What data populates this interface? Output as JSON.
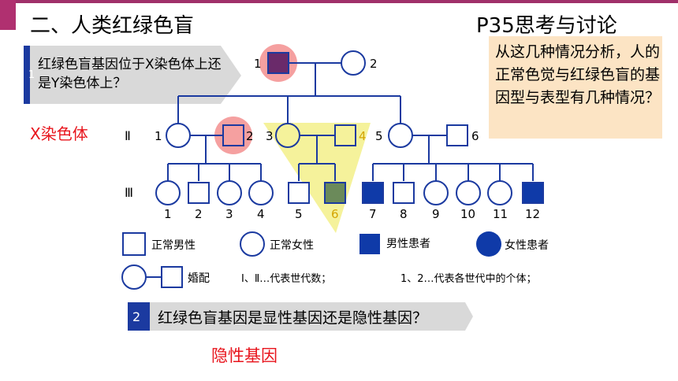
{
  "header": {
    "title": "二、人类红绿色盲",
    "page_ref": "P35思考与讨论",
    "accent": "#a0306a"
  },
  "question_box": {
    "text": "从这几种情况分析，人的正常色觉与红绿色盲的基因型与表型有几种情况？",
    "background": "#fce4c4"
  },
  "question1": {
    "number": "1",
    "text": "红绿色盲基因位于X染色体上还是Y染色体上？",
    "answer": "X染色体"
  },
  "question2": {
    "number": "2",
    "text": "红绿色盲基因是显性基因还是隐性基因？",
    "answer": "隐性基因"
  },
  "pedigree": {
    "generations": [
      "Ⅱ",
      "Ⅲ"
    ],
    "gen1_labels": [
      "1",
      "2"
    ],
    "gen2_labels": [
      "1",
      "2",
      "3",
      "4",
      "5",
      "6"
    ],
    "gen3_labels": [
      "1",
      "2",
      "3",
      "4",
      "5",
      "6",
      "7",
      "8",
      "9",
      "10",
      "11",
      "12"
    ],
    "affected_color": "#0f3aa8",
    "highlight_color": "#f5a0a0",
    "triangle_color": "#f3f08a"
  },
  "legend": {
    "normal_male": "正常男性",
    "normal_female": "正常女性",
    "affected_male": "男性患者",
    "affected_female": "女性患者",
    "marriage": "婚配",
    "generation_note": "Ⅰ、Ⅱ…代表世代数；",
    "individual_note": "1、2…代表各世代中的个体；"
  }
}
